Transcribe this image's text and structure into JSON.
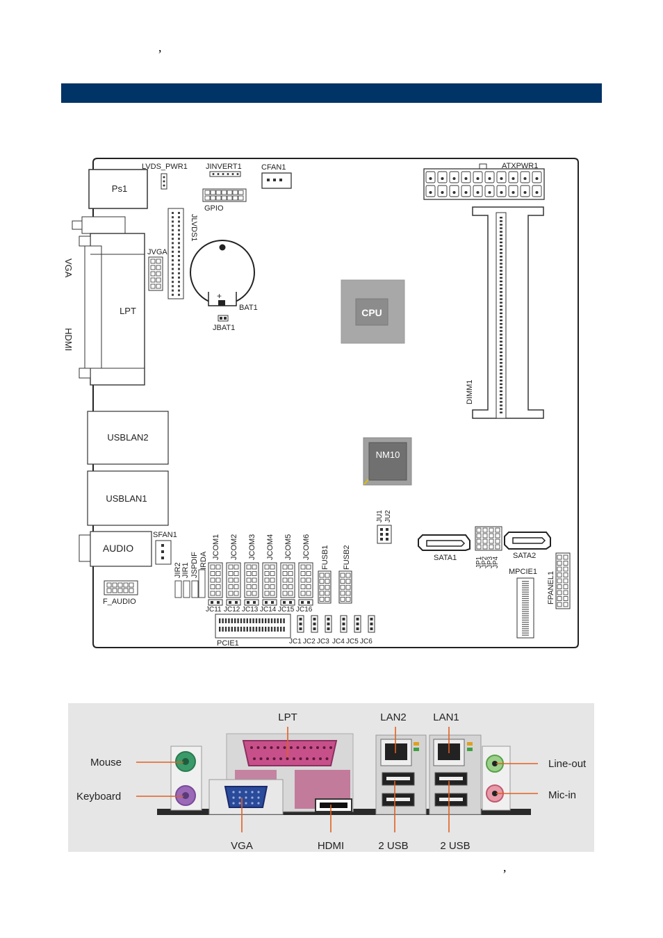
{
  "page": {
    "top_comma": ",",
    "bottom_comma": ",",
    "header_bar_color": "#003366"
  },
  "board": {
    "labels": {
      "lvds_pwr": "LVDS_PWR1",
      "jinvert": "JINVERT1",
      "cfan": "CFAN1",
      "atxpwr": "ATXPWR1",
      "ps1": "Ps1",
      "gpio": "GPIO",
      "jlvds": "JLVDS1",
      "vga": "VGA",
      "jvga": "JVGA",
      "lpt": "LPT",
      "hdmi": "HDMI",
      "bat": "BAT1",
      "jbat": "JBAT1",
      "cpu": "CPU",
      "dimm": "DIMM1",
      "usblan2": "USBLAN2",
      "usblan1": "USBLAN1",
      "nm10": "NM10",
      "audio": "AUDIO",
      "sfan": "SFAN1",
      "f_audio": "F_AUDIO",
      "jir2": "JIR2",
      "jir1": "JIR1",
      "jspdif": "JSPDIF",
      "irda": "IRDA",
      "jcom": [
        "JCOM1",
        "JCOM2",
        "JCOM3",
        "JCOM4",
        "JCOM5",
        "JCOM6"
      ],
      "jc_top": [
        "JC11",
        "JC12",
        "JC13",
        "JC14",
        "JC15",
        "JC16"
      ],
      "fusb1": "FUSB1",
      "fusb2": "FUSB2",
      "ju1": "JU1",
      "ju2": "JU2",
      "sata1": "SATA1",
      "sata2": "SATA2",
      "jp": [
        "JP1",
        "JP2",
        "JP3",
        "JP4"
      ],
      "mpcie": "MPCIE1",
      "fpanel": "FPANEL1",
      "pcie": "PCIE1",
      "jc_bottom": [
        "JC1",
        "JC2",
        "JC3",
        "JC4",
        "JC5",
        "JC6"
      ]
    }
  },
  "io_panel": {
    "labels": {
      "lpt": "LPT",
      "lan2": "LAN2",
      "lan1": "LAN1",
      "mouse": "Mouse",
      "keyboard": "Keyboard",
      "line_out": "Line-out",
      "mic_in": "Mic-in",
      "vga": "VGA",
      "hdmi": "HDMI",
      "usb_a": "2 USB",
      "usb_b": "2 USB"
    },
    "leader_color": "#e06020"
  }
}
